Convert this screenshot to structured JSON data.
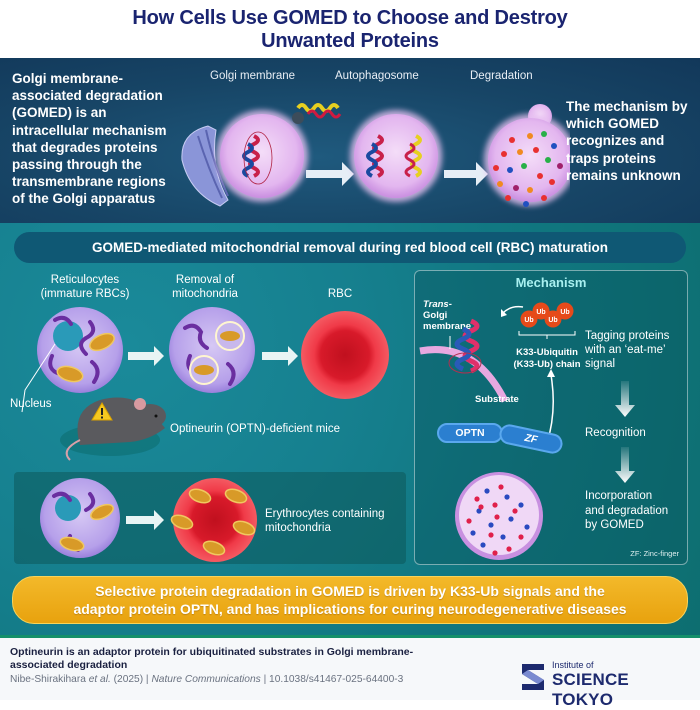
{
  "header": {
    "title_line1": "How Cells Use GOMED to Choose and Destroy",
    "title_line2": "Unwanted Proteins"
  },
  "top_panel": {
    "intro": "Golgi membrane-associated degradation (GOMED) is an intracellular mechanism that degrades proteins passing through the transmembrane regions of the Golgi apparatus",
    "steps": [
      {
        "label": "Golgi membrane"
      },
      {
        "label": "Autophagosome"
      },
      {
        "label": "Degradation"
      }
    ],
    "unknown_note": "The mechanism by which GOMED recognizes and traps proteins remains unknown"
  },
  "rbc_section": {
    "banner": "GOMED-mediated mitochondrial removal during red blood cell (RBC) maturation",
    "steps": [
      {
        "label_line1": "Reticulocytes",
        "label_line2": "(immature RBCs)"
      },
      {
        "label_line1": "Removal of",
        "label_line2": "mitochondria"
      },
      {
        "label_line1": "RBC",
        "label_line2": ""
      }
    ],
    "nucleus_label": "Nucleus",
    "mice_label": "Optineurin (OPTN)-deficient mice",
    "warning_icon": "warning-triangle-icon",
    "erythrocytes_label_line1": "Erythrocytes containing",
    "erythrocytes_label_line2": "mitochondria"
  },
  "mechanism": {
    "title": "Mechanism",
    "trans_golgi_italic": "Trans-",
    "trans_golgi_rest_line1": "Golgi",
    "trans_golgi_rest_line2": "membrane",
    "ub_labels": [
      "Ub",
      "Ub",
      "Ub",
      "Ub"
    ],
    "chain_label_line1": "K33-Ubiquitin",
    "chain_label_line2": "(K33-Ub) chain",
    "substrate_label": "Substrate",
    "optn_label": "OPTN",
    "zf_label": "ZF",
    "steps": [
      {
        "line1": "Tagging proteins",
        "line2": "with an ‘eat-me’",
        "line3": "signal"
      },
      {
        "line1": "Recognition",
        "line2": "",
        "line3": ""
      },
      {
        "line1": "Incorporation",
        "line2": "and degradation",
        "line3": "by GOMED"
      }
    ],
    "footnote": "ZF: Zinc-finger"
  },
  "conclusion": {
    "line1": "Selective protein degradation in GOMED is driven by K33-Ub signals and the",
    "line2": "adaptor protein OPTN, and has implications for curing neurodegenerative diseases"
  },
  "footer": {
    "paper_title_line1": "Optineurin is an adaptor protein for ubiquitinated substrates in Golgi membrane-",
    "paper_title_line2": "associated degradation",
    "authors": "Nibe-Shirakihara",
    "et_al": "et al.",
    "year": "(2025) |",
    "journal": "Nature Communications",
    "doi": "| 10.1038/s41467-025-64400-3",
    "logo_small": "Institute of",
    "logo_big": "SCIENCE TOKYO"
  },
  "colors": {
    "title_navy": "#1a2470",
    "top_panel_blue": "#174566",
    "teal_bg": "#16808f",
    "banner_blue": "#0f5874",
    "conclusion_orange": "#eeaa18",
    "rbc_red": "#e8283a",
    "vesicle_pink": "#e6b8f0",
    "optn_blue": "#2b7fd0",
    "logo_navy": "#1d2a6e"
  }
}
